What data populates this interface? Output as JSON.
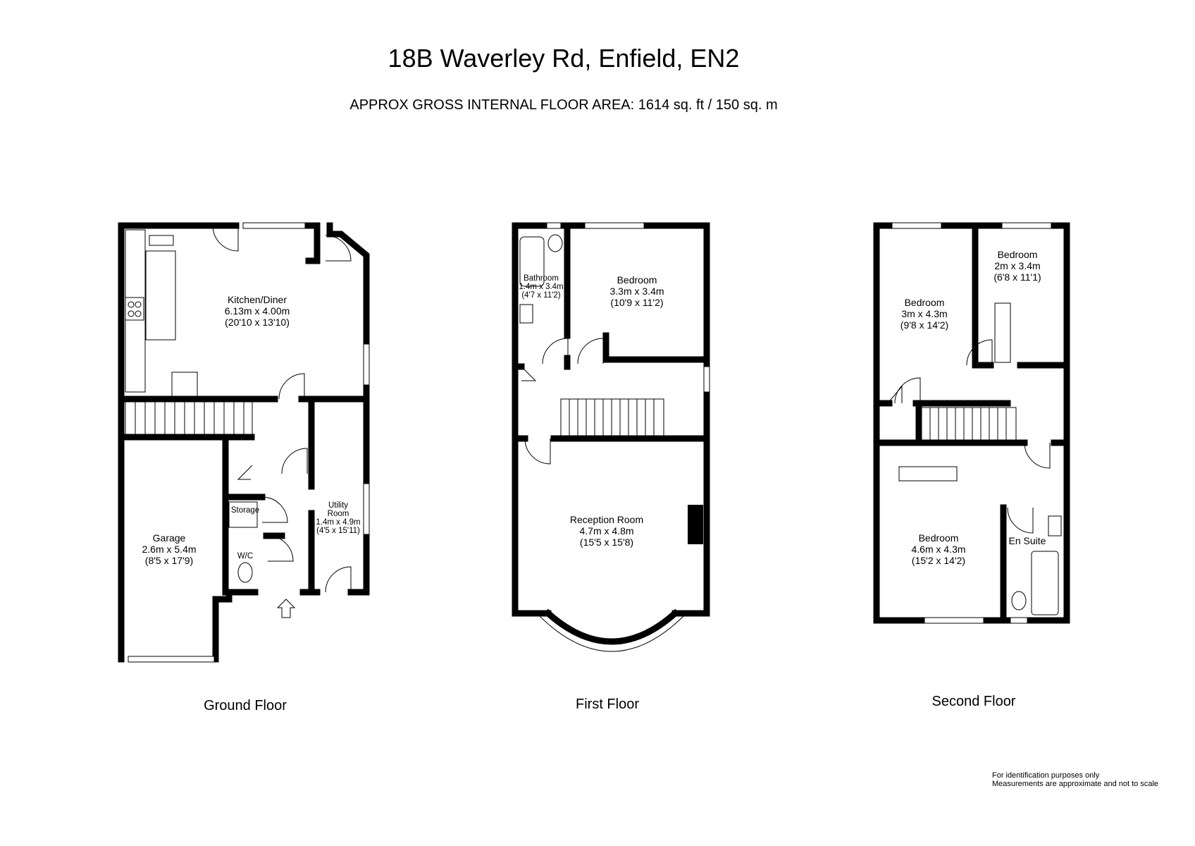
{
  "header": {
    "title": "18B Waverley Rd, Enfield, EN2",
    "subtitle": "APPROX GROSS INTERNAL FLOOR AREA:  1614 sq. ft / 150 sq. m"
  },
  "floors": {
    "ground": {
      "label": "Ground Floor",
      "kitchen": {
        "name": "Kitchen/Diner",
        "metric": "6.13m x 4.00m",
        "imperial": "(20'10 x 13'10)"
      },
      "garage": {
        "name": "Garage",
        "metric": "2.6m x 5.4m",
        "imperial": "(8'5 x 17'9)"
      },
      "utility": {
        "name1": "Utility",
        "name2": "Room",
        "metric": "1.4m x 4.9m",
        "imperial": "(4'5 x 15'11)"
      },
      "storage": {
        "name": "Storage"
      },
      "wc": {
        "name": "W/C"
      }
    },
    "first": {
      "label": "First Floor",
      "bathroom": {
        "name": "Bathroom",
        "metric": "1.4m x 3.4m",
        "imperial": "(4'7 x 11'2)"
      },
      "bedroom": {
        "name": "Bedroom",
        "metric": "3.3m x 3.4m",
        "imperial": "(10'9 x 11'2)"
      },
      "reception": {
        "name": "Reception Room",
        "metric": "4.7m x 4.8m",
        "imperial": "(15'5 x 15'8)"
      }
    },
    "second": {
      "label": "Second Floor",
      "bedroom_small": {
        "name": "Bedroom",
        "metric": "2m x 3.4m",
        "imperial": "(6'8 x 11'1)"
      },
      "bedroom_left": {
        "name": "Bedroom",
        "metric": "3m x 4.3m",
        "imperial": "(9'8 x 14'2)"
      },
      "bedroom_main": {
        "name": "Bedroom",
        "metric": "4.6m x 4.3m",
        "imperial": "(15'2 x 14'2)"
      },
      "ensuite": {
        "name": "En Suite"
      }
    }
  },
  "footnote": {
    "line1": "For identification purposes only",
    "line2": "Measurements are approximate and not to scale"
  }
}
